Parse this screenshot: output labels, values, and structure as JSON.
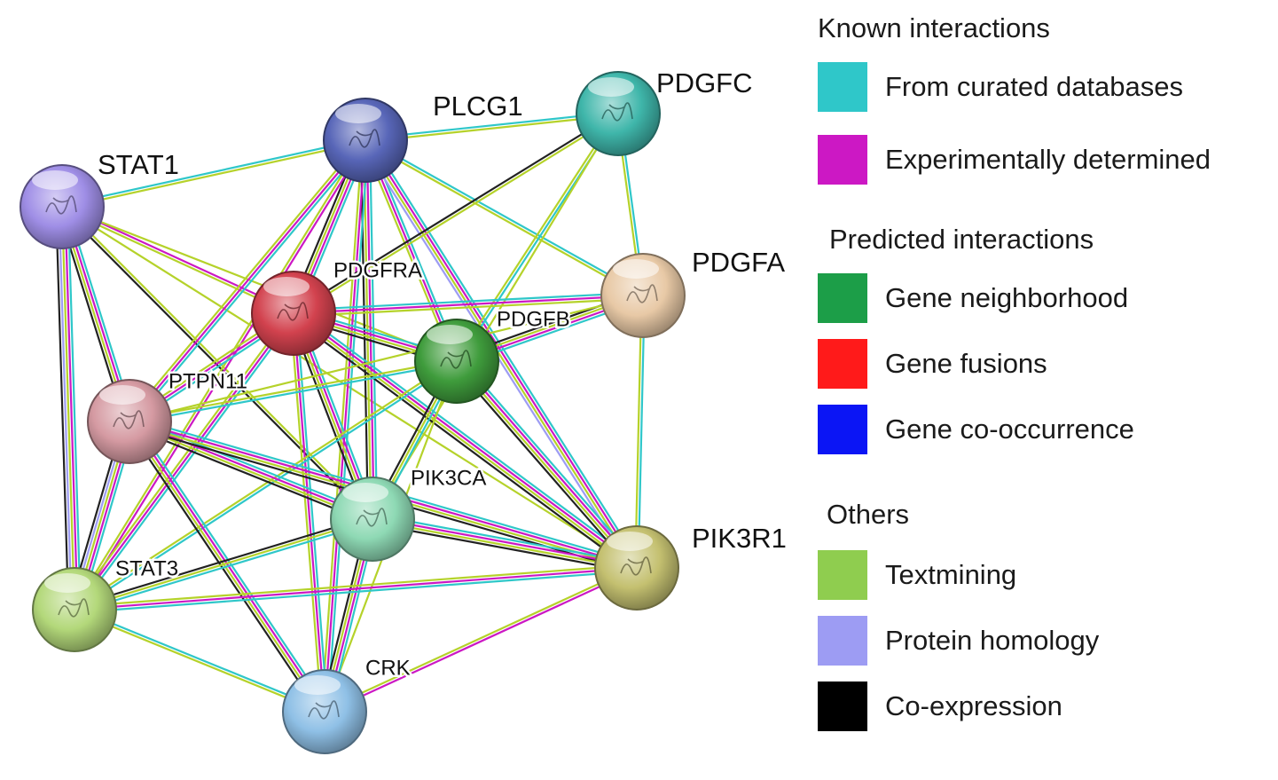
{
  "proteins": [
    {
      "id": "STAT1",
      "label": "STAT1",
      "color": "#9f8ee6",
      "label_size": "large"
    },
    {
      "id": "PLCG1",
      "label": "PLCG1",
      "color": "#5866b8",
      "label_size": "large"
    },
    {
      "id": "PDGFC",
      "label": "PDGFC",
      "color": "#3fb6aa",
      "label_size": "large"
    },
    {
      "id": "PDGFRA",
      "label": "PDGFRA",
      "color": "#d2424e",
      "label_size": "small"
    },
    {
      "id": "PDGFA",
      "label": "PDGFA",
      "color": "#e8c9a6",
      "label_size": "large"
    },
    {
      "id": "PDGFB",
      "label": "PDGFB",
      "color": "#3f9c3c",
      "label_size": "small"
    },
    {
      "id": "PTPN11",
      "label": "PTPN11",
      "color": "#d59aa2",
      "label_size": "small"
    },
    {
      "id": "PIK3CA",
      "label": "PIK3CA",
      "color": "#8ed9b4",
      "label_size": "small"
    },
    {
      "id": "PIK3R1",
      "label": "PIK3R1",
      "color": "#c4c070",
      "label_size": "large"
    },
    {
      "id": "STAT3",
      "label": "STAT3",
      "color": "#b3d87a",
      "label_size": "small"
    },
    {
      "id": "CRK",
      "label": "CRK",
      "color": "#8fc0e6",
      "label_size": "small"
    }
  ],
  "interactions": [
    {
      "a": "STAT1",
      "b": "PLCG1",
      "types": [
        "curated",
        "textmining"
      ]
    },
    {
      "a": "STAT1",
      "b": "PDGFRA",
      "types": [
        "experimental",
        "textmining"
      ]
    },
    {
      "a": "STAT1",
      "b": "PDGFB",
      "types": [
        "textmining"
      ]
    },
    {
      "a": "STAT1",
      "b": "PTPN11",
      "types": [
        "curated",
        "experimental",
        "textmining",
        "coexpression"
      ]
    },
    {
      "a": "STAT1",
      "b": "PIK3CA",
      "types": [
        "coexpression",
        "textmining"
      ]
    },
    {
      "a": "STAT1",
      "b": "STAT3",
      "types": [
        "curated",
        "experimental",
        "textmining",
        "homology",
        "coexpression"
      ]
    },
    {
      "a": "STAT1",
      "b": "PIK3R1",
      "types": [
        "textmining"
      ]
    },
    {
      "a": "PLCG1",
      "b": "PDGFC",
      "types": [
        "curated",
        "textmining"
      ]
    },
    {
      "a": "PLCG1",
      "b": "PDGFRA",
      "types": [
        "curated",
        "experimental",
        "textmining",
        "coexpression"
      ]
    },
    {
      "a": "PLCG1",
      "b": "PDGFA",
      "types": [
        "curated",
        "textmining"
      ]
    },
    {
      "a": "PLCG1",
      "b": "PDGFB",
      "types": [
        "curated",
        "experimental",
        "textmining"
      ]
    },
    {
      "a": "PLCG1",
      "b": "PTPN11",
      "types": [
        "curated",
        "experimental",
        "textmining"
      ]
    },
    {
      "a": "PLCG1",
      "b": "PIK3CA",
      "types": [
        "curated",
        "experimental",
        "textmining",
        "coexpression"
      ]
    },
    {
      "a": "PLCG1",
      "b": "PIK3R1",
      "types": [
        "curated",
        "experimental",
        "textmining",
        "homology"
      ]
    },
    {
      "a": "PLCG1",
      "b": "STAT3",
      "types": [
        "experimental",
        "textmining"
      ]
    },
    {
      "a": "PLCG1",
      "b": "CRK",
      "types": [
        "curated",
        "experimental",
        "textmining"
      ]
    },
    {
      "a": "PDGFC",
      "b": "PDGFRA",
      "types": [
        "coexpression",
        "textmining"
      ]
    },
    {
      "a": "PDGFC",
      "b": "PDGFA",
      "types": [
        "curated",
        "textmining"
      ]
    },
    {
      "a": "PDGFC",
      "b": "PDGFB",
      "types": [
        "curated",
        "textmining"
      ]
    },
    {
      "a": "PDGFC",
      "b": "PIK3CA",
      "types": [
        "textmining"
      ]
    },
    {
      "a": "PDGFRA",
      "b": "PDGFA",
      "types": [
        "curated",
        "experimental",
        "textmining"
      ]
    },
    {
      "a": "PDGFRA",
      "b": "PDGFB",
      "types": [
        "curated",
        "experimental",
        "textmining",
        "coexpression"
      ]
    },
    {
      "a": "PDGFRA",
      "b": "PTPN11",
      "types": [
        "curated",
        "experimental",
        "textmining"
      ]
    },
    {
      "a": "PDGFRA",
      "b": "PIK3CA",
      "types": [
        "curated",
        "experimental",
        "textmining",
        "coexpression"
      ]
    },
    {
      "a": "PDGFRA",
      "b": "PIK3R1",
      "types": [
        "curated",
        "experimental",
        "textmining",
        "coexpression"
      ]
    },
    {
      "a": "PDGFRA",
      "b": "STAT3",
      "types": [
        "curated",
        "experimental",
        "textmining"
      ]
    },
    {
      "a": "PDGFRA",
      "b": "CRK",
      "types": [
        "curated",
        "experimental",
        "textmining"
      ]
    },
    {
      "a": "PDGFA",
      "b": "PDGFB",
      "types": [
        "curated",
        "experimental",
        "textmining",
        "coexpression"
      ]
    },
    {
      "a": "PDGFA",
      "b": "PIK3R1",
      "types": [
        "curated",
        "textmining"
      ]
    },
    {
      "a": "PDGFA",
      "b": "PTPN11",
      "types": [
        "textmining"
      ]
    },
    {
      "a": "PDGFB",
      "b": "PTPN11",
      "types": [
        "curated",
        "textmining"
      ]
    },
    {
      "a": "PDGFB",
      "b": "PIK3CA",
      "types": [
        "curated",
        "textmining",
        "coexpression"
      ]
    },
    {
      "a": "PDGFB",
      "b": "PIK3R1",
      "types": [
        "curated",
        "experimental",
        "textmining",
        "coexpression"
      ]
    },
    {
      "a": "PDGFB",
      "b": "STAT3",
      "types": [
        "curated",
        "textmining"
      ]
    },
    {
      "a": "PDGFB",
      "b": "CRK",
      "types": [
        "textmining"
      ]
    },
    {
      "a": "PTPN11",
      "b": "PIK3CA",
      "types": [
        "curated",
        "experimental",
        "textmining",
        "coexpression"
      ]
    },
    {
      "a": "PTPN11",
      "b": "PIK3R1",
      "types": [
        "curated",
        "experimental",
        "textmining",
        "coexpression"
      ]
    },
    {
      "a": "PTPN11",
      "b": "STAT3",
      "types": [
        "curated",
        "experimental",
        "textmining",
        "homology",
        "coexpression"
      ]
    },
    {
      "a": "PTPN11",
      "b": "CRK",
      "types": [
        "curated",
        "experimental",
        "textmining",
        "coexpression"
      ]
    },
    {
      "a": "PIK3CA",
      "b": "PIK3R1",
      "types": [
        "curated",
        "experimental",
        "textmining",
        "coexpression"
      ]
    },
    {
      "a": "PIK3CA",
      "b": "STAT3",
      "types": [
        "curated",
        "textmining",
        "coexpression"
      ]
    },
    {
      "a": "PIK3CA",
      "b": "CRK",
      "types": [
        "curated",
        "experimental",
        "textmining",
        "coexpression"
      ]
    },
    {
      "a": "PIK3R1",
      "b": "STAT3",
      "types": [
        "curated",
        "experimental",
        "textmining"
      ]
    },
    {
      "a": "PIK3R1",
      "b": "CRK",
      "types": [
        "experimental",
        "textmining"
      ]
    },
    {
      "a": "STAT3",
      "b": "CRK",
      "types": [
        "curated",
        "textmining"
      ]
    }
  ],
  "interaction_colors": {
    "curated": "#2fc7c9",
    "experimental": "#cc18c4",
    "neighborhood": "#1c9e48",
    "fusion": "#ff1a1a",
    "cooccurrence": "#0b15f5",
    "textmining": "#b5d22a",
    "homology": "#9d9cf3",
    "coexpression": "#222222"
  },
  "legend": {
    "known_heading": "Known interactions",
    "predicted_heading": "Predicted interactions",
    "others_heading": "Others",
    "items": [
      {
        "key": "curated",
        "label": "From curated databases",
        "color": "#2fc7c9"
      },
      {
        "key": "experimental",
        "label": "Experimentally determined",
        "color": "#cc18c4"
      },
      {
        "key": "neighborhood",
        "label": "Gene neighborhood",
        "color": "#1c9e48"
      },
      {
        "key": "fusion",
        "label": "Gene fusions",
        "color": "#ff1a1a"
      },
      {
        "key": "cooccurrence",
        "label": "Gene co-occurrence",
        "color": "#0b15f5"
      },
      {
        "key": "textmining",
        "label": "Textmining",
        "color": "#8fcd4f"
      },
      {
        "key": "homology",
        "label": "Protein homology",
        "color": "#9d9cf3"
      },
      {
        "key": "coexpression",
        "label": "Co-expression",
        "color": "#000000"
      }
    ]
  }
}
